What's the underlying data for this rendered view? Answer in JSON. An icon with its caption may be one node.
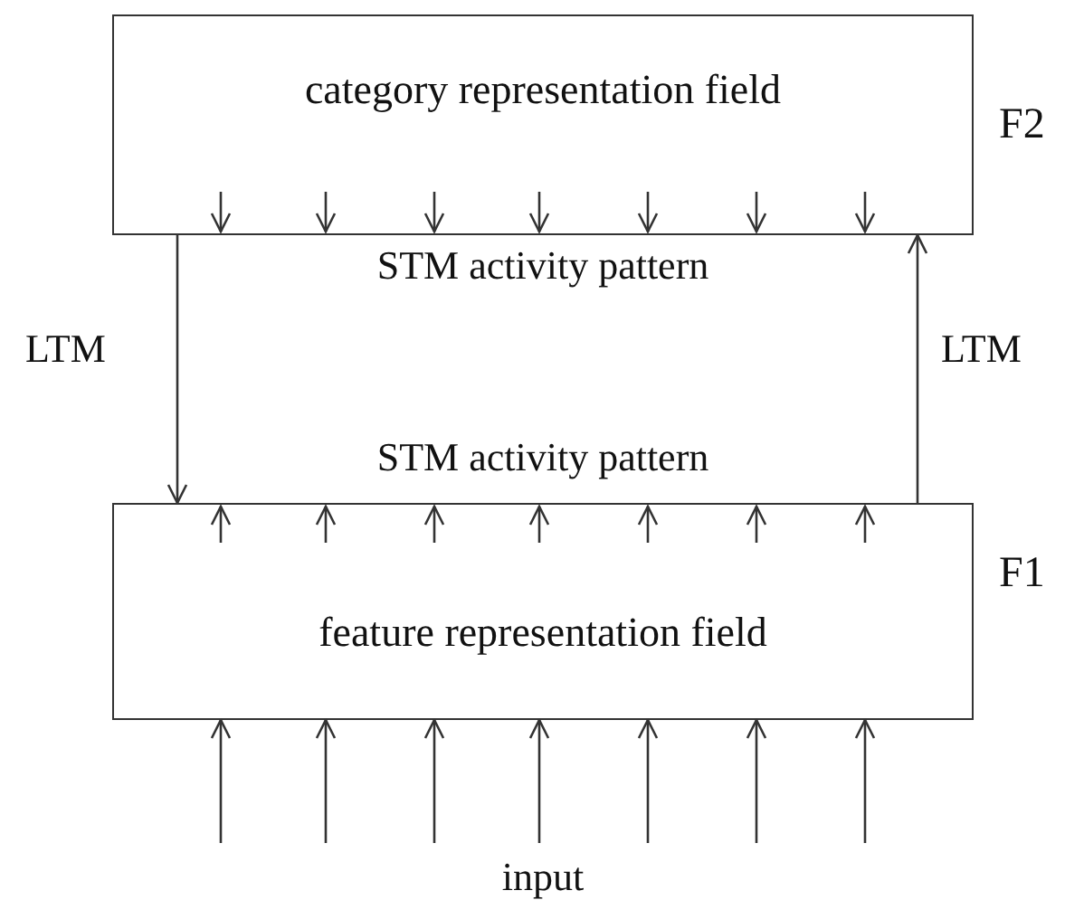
{
  "diagram": {
    "nodes": [
      {
        "text": [
          "category representation field"
        ],
        "beside": [
          "F2"
        ]
      },
      {
        "text": [
          "feature representation field"
        ],
        "beside": [
          "F1"
        ]
      }
    ],
    "edges": [
      {
        "from": 0,
        "to": 1,
        "arrow": "to",
        "label": "LTM"
      },
      {
        "from": 1,
        "to": 0,
        "arrow": "to",
        "label": "LTM"
      },
      {
        "from": null,
        "to": 1,
        "arrow": "to"
      },
      {
        "from": null,
        "to": 1,
        "arrow": "to"
      },
      {
        "from": null,
        "to": 1,
        "arrow": "to"
      },
      {
        "from": null,
        "to": 1,
        "arrow": "to"
      },
      {
        "from": null,
        "to": 1,
        "arrow": "to"
      },
      {
        "from": null,
        "to": 1,
        "arrow": "to"
      },
      {
        "from": null,
        "to": 1,
        "arrow": "to"
      }
    ],
    "labels": [
      "STM activity pattern",
      "STM activity pattern",
      "input"
    ]
  }
}
